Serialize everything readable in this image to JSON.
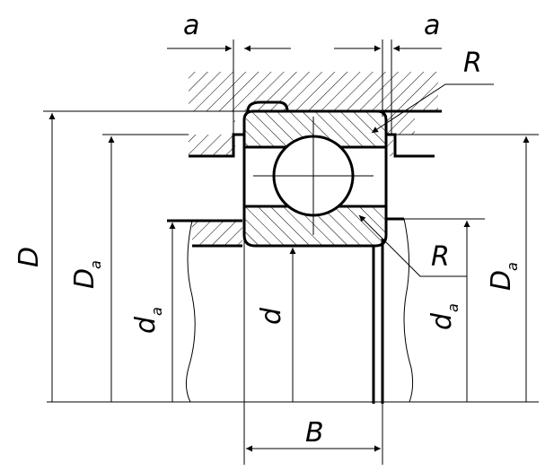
{
  "labels": {
    "a_left": "a",
    "a_right": "a",
    "R_top": "R",
    "R_bottom": "R",
    "D": "D",
    "Da_left": "D",
    "Da_left_sub": "a",
    "Da_right": "D",
    "Da_right_sub": "a",
    "da_left": "d",
    "da_left_sub": "a",
    "d": "d",
    "da_right": "d",
    "da_right_sub": "a",
    "B": "B"
  }
}
